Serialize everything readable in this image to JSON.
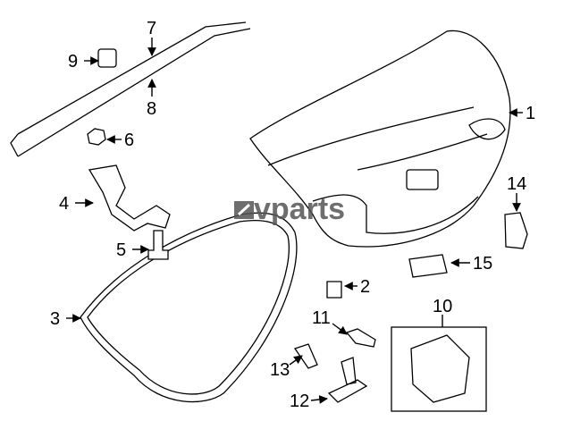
{
  "diagram": {
    "callouts": [
      "1",
      "2",
      "3",
      "4",
      "5",
      "6",
      "7",
      "8",
      "9",
      "10",
      "11",
      "12",
      "13",
      "14",
      "15"
    ],
    "watermark": "vparts"
  }
}
